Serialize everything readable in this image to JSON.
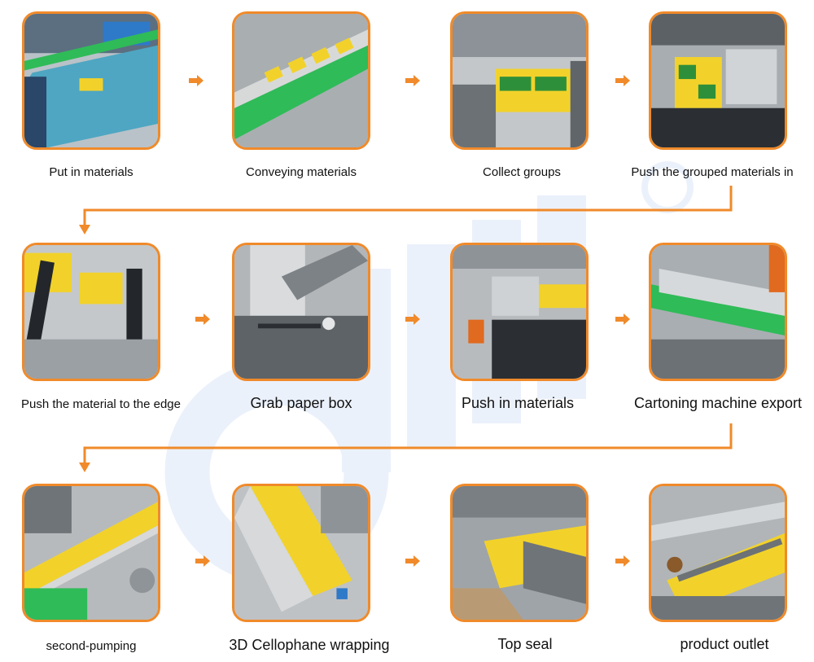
{
  "brand": {
    "accent": "#f08a2a",
    "watermark_color": "#2f6fd6"
  },
  "steps": [
    {
      "label": "Put in materials"
    },
    {
      "label": "Conveying materials"
    },
    {
      "label": "Collect groups"
    },
    {
      "label": "Push the grouped materials in"
    },
    {
      "label": "Push the material to the edge"
    },
    {
      "label": "Grab paper box"
    },
    {
      "label": "Push in materials"
    },
    {
      "label": "Cartoning machine export"
    },
    {
      "label": "second-pumping"
    },
    {
      "label": "3D Cellophane wrapping"
    },
    {
      "label": "Top seal"
    },
    {
      "label": "product outlet"
    }
  ]
}
